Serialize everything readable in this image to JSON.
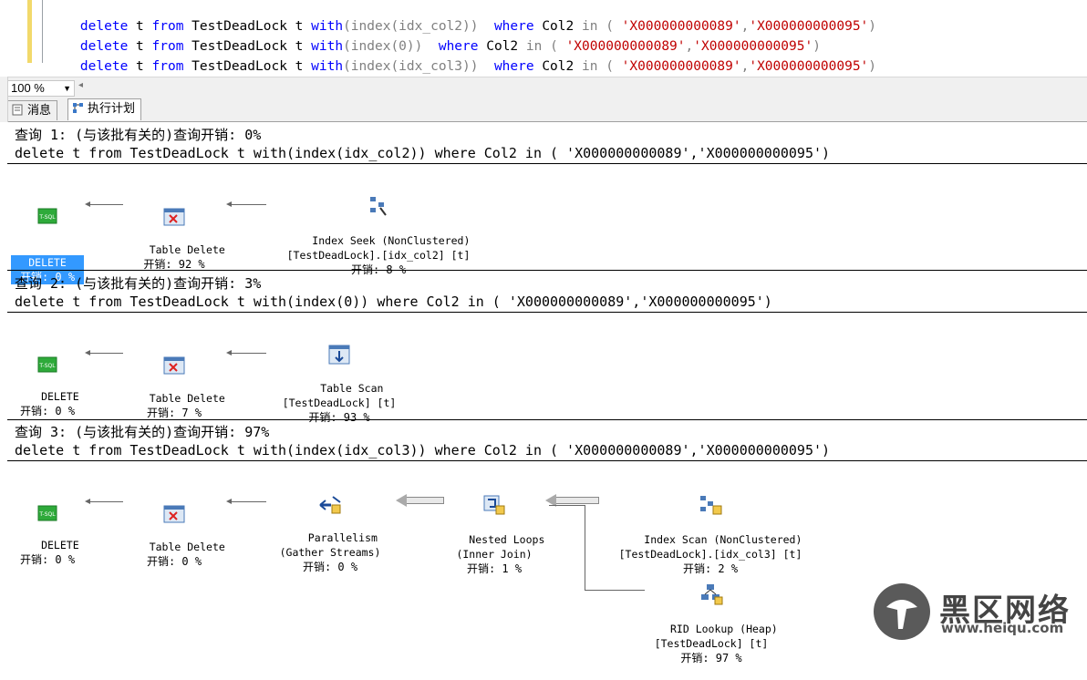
{
  "editor": {
    "lines": [
      [
        "delete",
        "t",
        "from",
        "TestDeadLock",
        "t",
        "with",
        "(index(idx_col2))",
        "where",
        "Col2",
        "in",
        "(",
        "'X000000000089'",
        ",",
        "'X000000000095'",
        ")"
      ],
      [
        "delete",
        "t",
        "from",
        "TestDeadLock",
        "t",
        "with",
        "(index(0))",
        "where",
        "Col2",
        "in",
        "(",
        "'X000000000089'",
        ",",
        "'X000000000095'",
        ")"
      ],
      [
        "delete",
        "t",
        "from",
        "TestDeadLock",
        "t",
        "with",
        "(index(idx_col3))",
        "where",
        "Col2",
        "in",
        "(",
        "'X000000000089'",
        ",",
        "'X000000000095'",
        ")"
      ]
    ]
  },
  "zoom": {
    "value": "100 %"
  },
  "tabs": {
    "messages": "消息",
    "plan": "执行计划"
  },
  "queries": [
    {
      "title": "查询 1: (与该批有关的)查询开销: 0%",
      "sql": "delete t from TestDeadLock t with(index(idx_col2)) where Col2 in ( 'X000000000089','X000000000095')",
      "nodes": [
        {
          "label": "DELETE",
          "cost": "开销: 0 %",
          "icon": "tsql-icon"
        },
        {
          "label": "Table Delete",
          "cost": "开销: 92 %",
          "icon": "table-delete-icon"
        },
        {
          "label": "Index Seek (NonClustered)\n[TestDeadLock].[idx_col2] [t]",
          "cost": "开销: 8 %",
          "icon": "index-seek-icon"
        }
      ]
    },
    {
      "title": "查询 2: (与该批有关的)查询开销: 3%",
      "sql": "delete t from TestDeadLock t with(index(0)) where Col2 in ( 'X000000000089','X000000000095')",
      "nodes": [
        {
          "label": "DELETE",
          "cost": "开销: 0 %",
          "icon": "tsql-icon"
        },
        {
          "label": "Table Delete",
          "cost": "开销: 7 %",
          "icon": "table-delete-icon"
        },
        {
          "label": "Table Scan\n[TestDeadLock] [t]",
          "cost": "开销: 93 %",
          "icon": "table-scan-icon"
        }
      ]
    },
    {
      "title": "查询 3: (与该批有关的)查询开销: 97%",
      "sql": "delete t from TestDeadLock t with(index(idx_col3)) where Col2 in ( 'X000000000089','X000000000095')",
      "nodes": [
        {
          "label": "DELETE",
          "cost": "开销: 0 %",
          "icon": "tsql-icon"
        },
        {
          "label": "Table Delete",
          "cost": "开销: 0 %",
          "icon": "table-delete-icon"
        },
        {
          "label": "Parallelism\n(Gather Streams)",
          "cost": "开销: 0 %",
          "icon": "parallelism-icon"
        },
        {
          "label": "Nested Loops\n(Inner Join)",
          "cost": "开销: 1 %",
          "icon": "nested-loops-icon"
        },
        {
          "label": "Index Scan (NonClustered)\n[TestDeadLock].[idx_col3] [t]",
          "cost": "开销: 2 %",
          "icon": "index-scan-icon"
        },
        {
          "label": "RID Lookup (Heap)\n[TestDeadLock] [t]",
          "cost": "开销: 97 %",
          "icon": "rid-lookup-icon"
        }
      ]
    }
  ],
  "watermark": {
    "title": "黑区网络",
    "url": "www.heiqu.com"
  },
  "colors": {
    "keyword": "#0000ff",
    "string": "#c00000",
    "gray": "#808080",
    "selection": "#3399ff"
  }
}
